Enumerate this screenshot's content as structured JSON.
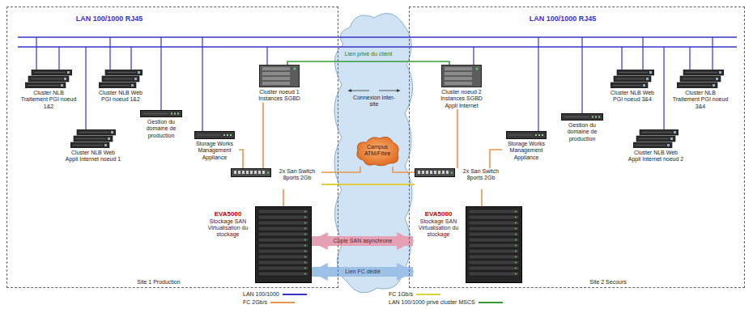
{
  "diagram": {
    "nodes": [
      {
        "text": [
          "Site 1 Production"
        ]
      },
      {
        "text": [
          "Cluster NLB Traitement PGI noeud 1&2"
        ],
        "in": 0
      },
      {
        "text": [
          "Cluster NLB Web PGI noeud 1&2"
        ],
        "in": 0
      },
      {
        "text": [
          "Cluster NLB Web Appli Internet noeud 1"
        ],
        "in": 0
      },
      {
        "text": [
          "Gestion du domaine de production"
        ],
        "in": 0
      },
      {
        "text": [
          "Cluster noeud 1 Instances SGBD"
        ],
        "in": 0
      },
      {
        "text": [
          "Storage Works Management Appliance"
        ],
        "in": 0
      },
      {
        "text": [
          "2x San Switch 8ports 2Gb"
        ],
        "in": 0
      },
      {
        "text": [
          "EVA5000",
          "Stockage SAN Virtualisation du stockage"
        ],
        "in": 0
      },
      {
        "text": [
          "Campus ATM/Fibre"
        ]
      },
      {
        "text": [
          "Site 2 Secours"
        ]
      },
      {
        "text": [
          "Cluster noeud 2 Instances SGBD Appli Internet"
        ],
        "in": 10
      },
      {
        "text": [
          "Storage Works Management Appliance"
        ],
        "in": 10
      },
      {
        "text": [
          "2x San Switch 8ports 2Gb"
        ],
        "in": 10
      },
      {
        "text": [
          "EVA5000",
          "Stockage SAN Virtualisation du stockage"
        ],
        "in": 10
      },
      {
        "text": [
          "Gestion du domaine de production"
        ],
        "in": 10
      },
      {
        "text": [
          "Cluster NLB Web PGI noeud 3&4"
        ],
        "in": 10
      },
      {
        "text": [
          "Cluster NLB Traitement PGI noeud 3&4"
        ],
        "in": 10
      },
      {
        "text": [
          "Cluster NLB Web Appli Internet noeud 2"
        ],
        "in": 10
      }
    ],
    "edges": [
      {
        "from": 5,
        "to": 7,
        "arrow": "none"
      },
      {
        "from": 6,
        "to": 7,
        "arrow": "none"
      },
      {
        "from": 7,
        "to": 8,
        "arrow": "none"
      },
      {
        "from": 7,
        "to": 9,
        "arrow": "none"
      },
      {
        "from": 9,
        "to": 13,
        "arrow": "none"
      },
      {
        "from": 7,
        "to": 13,
        "arrow": "none"
      },
      {
        "from": 11,
        "to": 13,
        "arrow": "none"
      },
      {
        "from": 12,
        "to": 13,
        "arrow": "none"
      },
      {
        "from": 13,
        "to": 14,
        "arrow": "none"
      },
      {
        "from": 5,
        "to": 11,
        "arrow": "none",
        "label": "Lien privé du client"
      },
      {
        "from": 8,
        "to": 14,
        "arrow": "both",
        "label": "Copie SAN asynchrone"
      },
      {
        "from": 8,
        "to": 14,
        "arrow": "both",
        "label": "Lien FC dédié"
      }
    ],
    "labels": [
      "LAN 100/1000 RJ45",
      "LAN 100/1000 RJ45",
      "Connexion Inter-site"
    ],
    "legend": [
      {
        "text": "LAN 100/1000",
        "color": "#3434c8"
      },
      {
        "text": "FC 2Gb/s",
        "color": "#e8964a"
      },
      {
        "text": "FC 1Gb/s",
        "color": "#e0d040"
      },
      {
        "text": "LAN 100/1000 privé cluster MSCS",
        "color": "#3a9a3a"
      }
    ]
  }
}
